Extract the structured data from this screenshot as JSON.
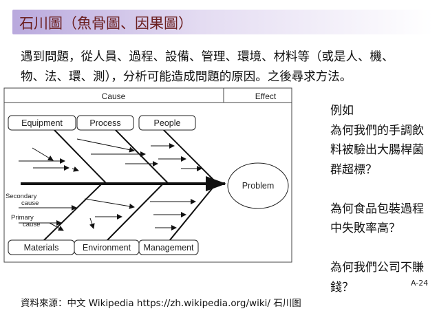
{
  "title": "石川圖（魚骨圖、因果圖）",
  "intro_lines": [
    "遇到問題，從人員、過程、設備、管理、環境、材料等（或是人、機、",
    "物、法、環、測），分析可能造成問題的原因。之後尋求方法。"
  ],
  "diagram": {
    "cause_label": "Cause",
    "effect_label": "Effect",
    "top_categories": [
      "Equipment",
      "Process",
      "People"
    ],
    "bottom_categories": [
      "Materials",
      "Environment",
      "Management"
    ],
    "problem_label": "Problem",
    "secondary_label": [
      "Secondary",
      "cause"
    ],
    "primary_label": [
      "Primary",
      "cause"
    ]
  },
  "example": {
    "heading": "例如",
    "q1_lines": [
      "為何我們的手調飲",
      "料被驗出大腸桿菌",
      "群超標？"
    ],
    "q2_lines": [
      "為何食品包裝過程",
      "中失敗率高？"
    ],
    "q3_lines": [
      "為何我們公司不賺",
      "錢？"
    ]
  },
  "page_number": "A-24",
  "source": "資料來源：中文 Wikipedia https://zh.wikipedia.org/wiki/ 石川图"
}
